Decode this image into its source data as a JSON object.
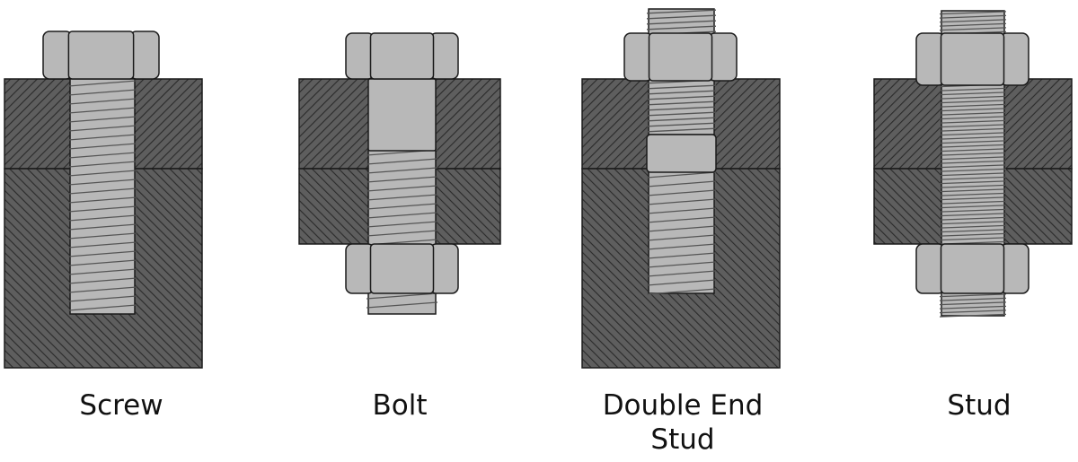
{
  "labels": {
    "screw": "Screw",
    "bolt": "Bolt",
    "double_end_line1": "Double End",
    "double_end_line2": "Stud",
    "stud": "Stud"
  },
  "colors": {
    "plate": "#595959",
    "hatch": "#2e2e2e",
    "metal": "#b8b8b8",
    "outline": "#1a1a1a"
  }
}
